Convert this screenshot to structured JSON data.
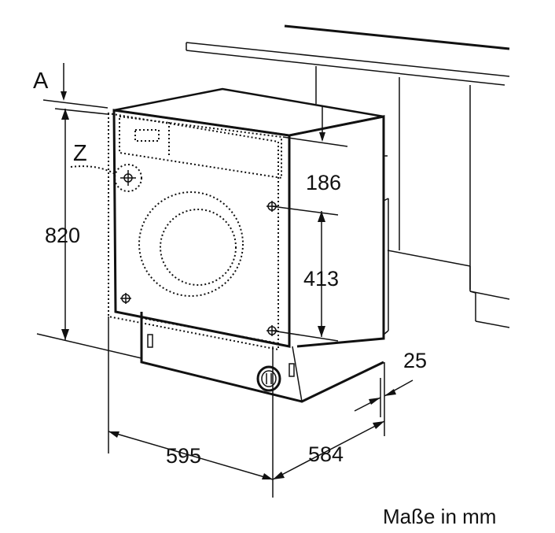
{
  "labels": {
    "a": "A",
    "z": "Z",
    "height": "820",
    "top_offset": "186",
    "hinge_span": "413",
    "width": "595",
    "depth": "584",
    "door_offset": "25"
  },
  "caption": "Maße in mm",
  "colors": {
    "line": "#111111",
    "background": "#ffffff"
  }
}
